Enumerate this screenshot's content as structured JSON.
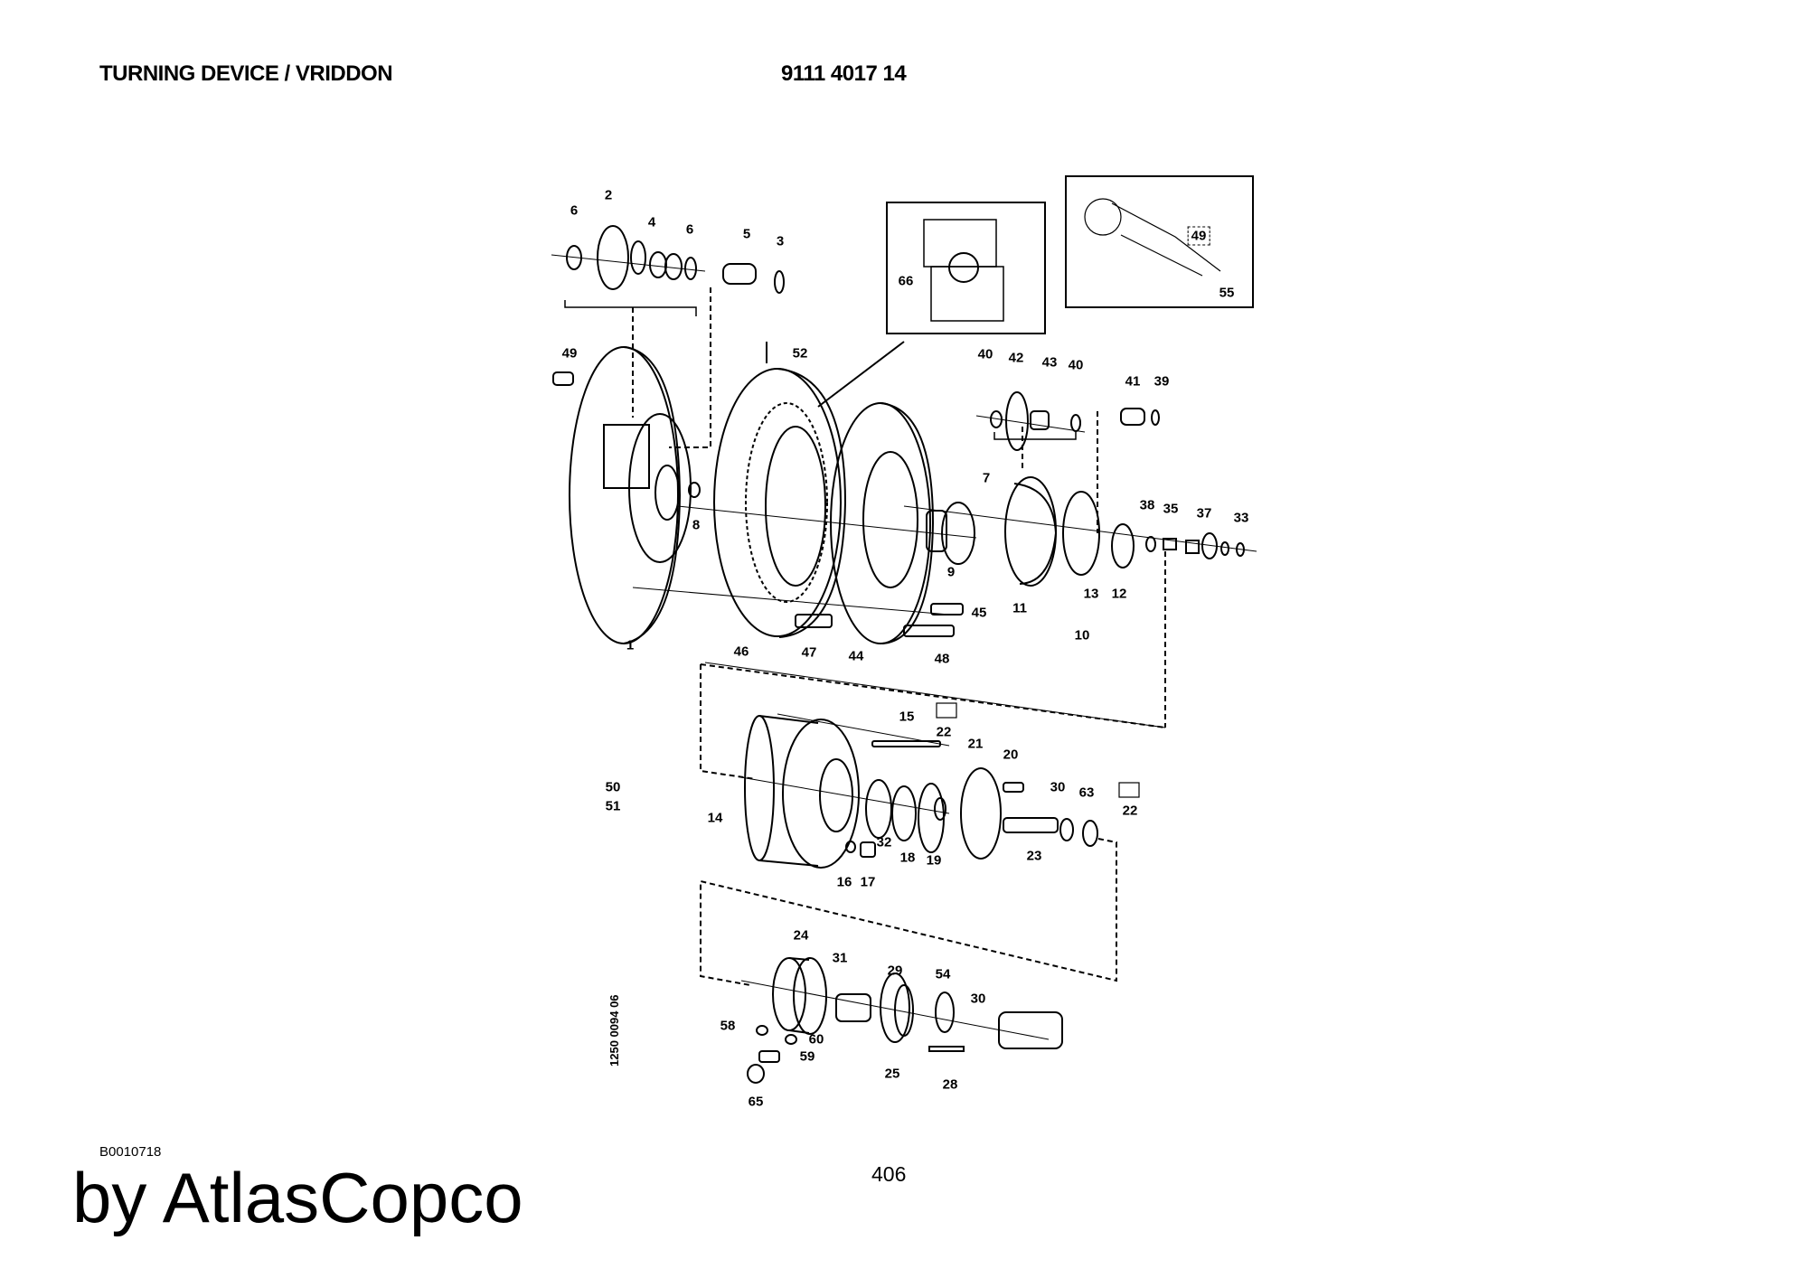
{
  "header": {
    "title": "TURNING DEVICE / VRIDDON",
    "part_number": "9111 4017 14"
  },
  "diagram": {
    "drawing_number": "1250 0094 06",
    "callouts": [
      "2",
      "6",
      "4",
      "6",
      "5",
      "3",
      "66",
      "49",
      "55",
      "49",
      "52",
      "40",
      "42",
      "43",
      "40",
      "41",
      "39",
      "7",
      "8",
      "38",
      "35",
      "37",
      "33",
      "9",
      "11",
      "13",
      "12",
      "10",
      "45",
      "1",
      "46",
      "47",
      "44",
      "48",
      "15",
      "22",
      "21",
      "20",
      "30",
      "63",
      "22",
      "50",
      "51",
      "14",
      "32",
      "18",
      "19",
      "23",
      "16",
      "17",
      "24",
      "31",
      "29",
      "54",
      "30",
      "58",
      "60",
      "59",
      "25",
      "28",
      "65"
    ]
  },
  "footer": {
    "doc_code": "B0010718",
    "brand": "by AtlasCopco",
    "page_number": "406"
  }
}
